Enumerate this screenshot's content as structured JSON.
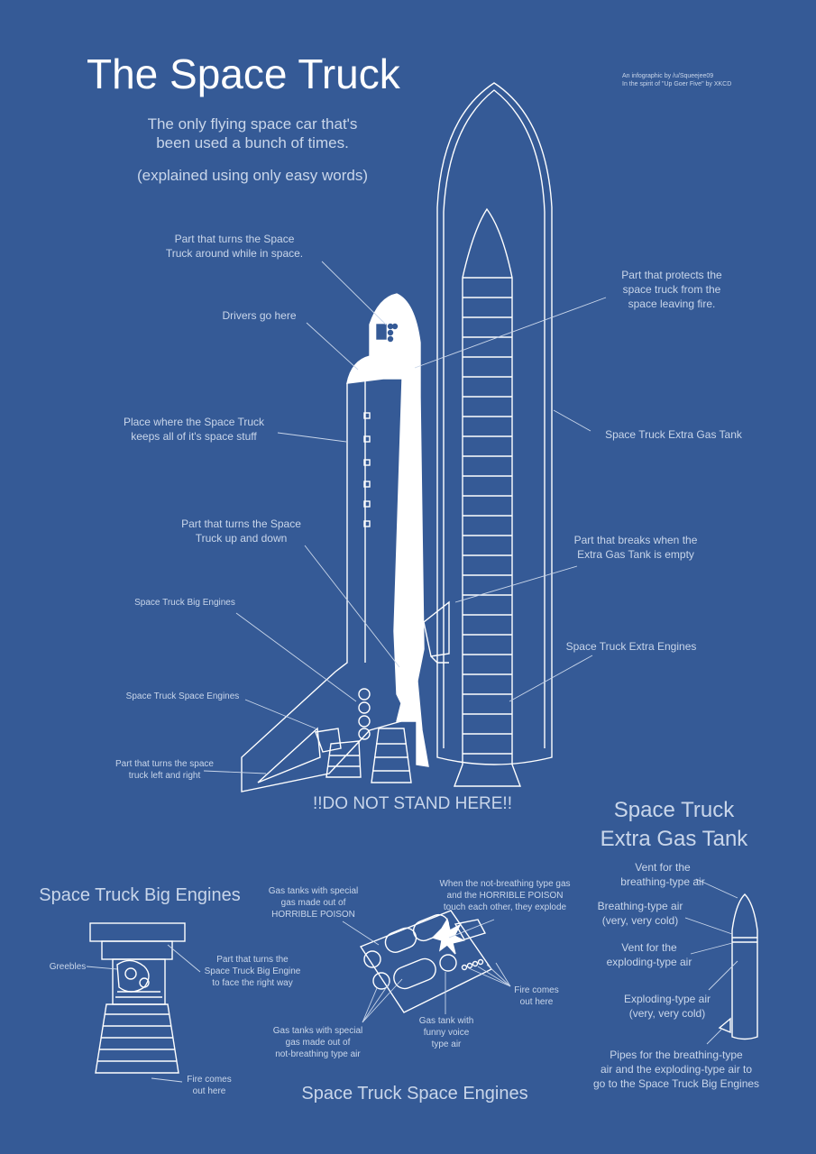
{
  "title": "The Space Truck",
  "subtitle": {
    "line1": "The only flying space car that's",
    "line2": "been used a bunch of times.",
    "line3": "(explained using only easy words)"
  },
  "credit": {
    "line1": "An infographic by /u/Squeejee09",
    "line2": "In the spirit of \"Up Goer Five\" by XKCD"
  },
  "labels": {
    "turns_in_space": {
      "l1": "Part that turns the Space",
      "l2": "Truck around while in space."
    },
    "drivers": "Drivers go here",
    "space_stuff": {
      "l1": "Place where the Space Truck",
      "l2": "keeps all of it's space stuff"
    },
    "up_down": {
      "l1": "Part that turns the Space",
      "l2": "Truck up and down"
    },
    "big_engines": "Space Truck Big Engines",
    "space_engines": "Space Truck Space Engines",
    "left_right": {
      "l1": "Part that turns the space",
      "l2": "truck left and right"
    },
    "protects": {
      "l1": "Part that protects the",
      "l2": "space truck from the",
      "l3": "space leaving fire."
    },
    "extra_tank": "Space Truck Extra Gas Tank",
    "breaks": {
      "l1": "Part that breaks when the",
      "l2": "Extra Gas Tank is empty"
    },
    "extra_engines": "Space Truck Extra Engines"
  },
  "warning": "!!DO NOT STAND HERE!!",
  "big_engine_section": {
    "heading": "Space Truck Big Engines",
    "greebles": "Greebles",
    "turns_engine": {
      "l1": "Part that turns the",
      "l2": "Space Truck Big Engine",
      "l3": "to face the right way"
    },
    "fire": {
      "l1": "Fire comes",
      "l2": "out here"
    }
  },
  "space_engine_section": {
    "heading": "Space Truck Space Engines",
    "poison_tanks": {
      "l1": "Gas tanks with special",
      "l2": "gas made out of",
      "l3": "HORRIBLE POISON"
    },
    "explode": {
      "l1": "When the not-breathing type gas",
      "l2": "and the HORRIBLE POISON",
      "l3": "touch each other, they explode"
    },
    "fire": {
      "l1": "Fire comes",
      "l2": "out here"
    },
    "funny_tank": {
      "l1": "Gas tank with",
      "l2": "funny voice",
      "l3": "type air"
    },
    "air_tanks": {
      "l1": "Gas tanks with special",
      "l2": "gas made out of",
      "l3": "not-breathing type air"
    }
  },
  "tank_section": {
    "heading1": "Space Truck",
    "heading2": "Extra Gas Tank",
    "vent_breathing": {
      "l1": "Vent for the",
      "l2": "breathing-type air"
    },
    "breathing_air": {
      "l1": "Breathing-type air",
      "l2": "(very, very cold)"
    },
    "vent_exploding": {
      "l1": "Vent for the",
      "l2": "exploding-type air"
    },
    "exploding_air": {
      "l1": "Exploding-type air",
      "l2": "(very, very cold)"
    },
    "pipes": {
      "l1": "Pipes for the breathing-type",
      "l2": "air and the exploding-type air to",
      "l3": "go to the Space Truck Big Engines"
    }
  }
}
